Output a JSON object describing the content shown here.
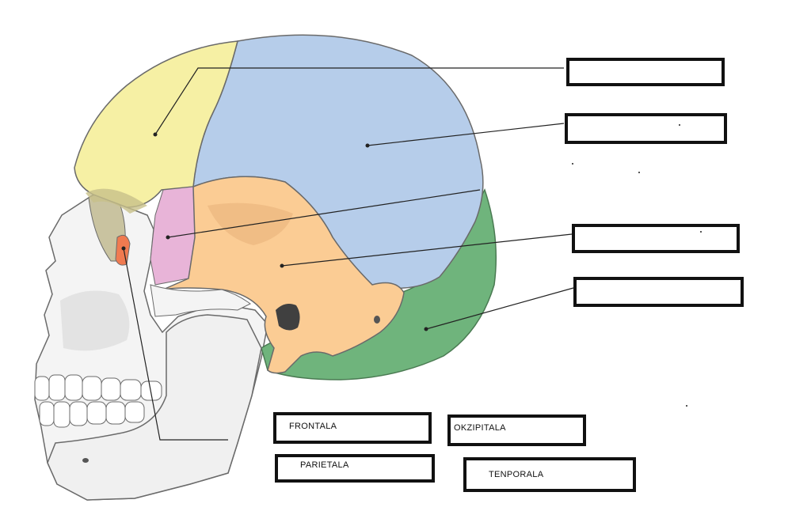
{
  "colors": {
    "frontal": "#f6f0a4",
    "parietal": "#b6cdea",
    "temporal": "#fbcc94",
    "occipital": "#6fb47c",
    "sphenoid": "#e8b4d8",
    "lacrimal": "#f07a50",
    "bone": "#f4f4f4",
    "outline": "#6a6a6a",
    "box_border": "#111111"
  },
  "answer_boxes": [
    {
      "name": "answer-box-1",
      "value": ""
    },
    {
      "name": "answer-box-2",
      "value": ""
    },
    {
      "name": "answer-box-3",
      "value": ""
    },
    {
      "name": "answer-box-4",
      "value": ""
    }
  ],
  "word_bank": [
    "FRONTALA",
    "OKZIPITALA",
    "PARIETALA",
    "TENPORALA"
  ]
}
